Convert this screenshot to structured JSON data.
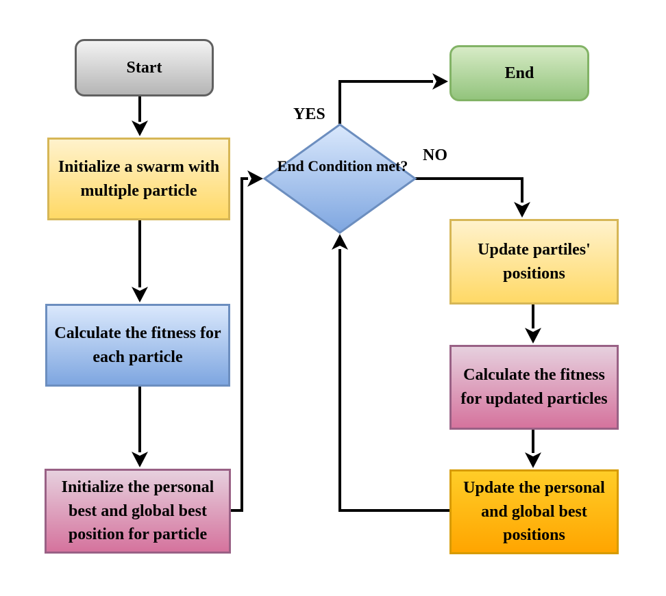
{
  "nodes": {
    "start": "Start",
    "end": "End",
    "init_swarm": "Initialize a swarm with multiple particle",
    "calc_fitness": "Calculate the fitness for each particle",
    "init_best": "Initialize the personal best and global best position for particle",
    "decision": "End Condition met?",
    "update_positions": "Update partiles' positions",
    "calc_updated_fitness": "Calculate the fitness for updated particles",
    "update_best": "Update the personal and global best positions"
  },
  "labels": {
    "yes": "YES",
    "no": "NO"
  },
  "colors": {
    "start_fill": "#c8c8c8",
    "end_fill": "#b9dca4",
    "yellow_fill": "#ffe699",
    "blue_fill": "#a9c4eb",
    "pink_fill": "#dda0bd",
    "orange_fill": "#ffb81c",
    "arrow": "#000000"
  }
}
